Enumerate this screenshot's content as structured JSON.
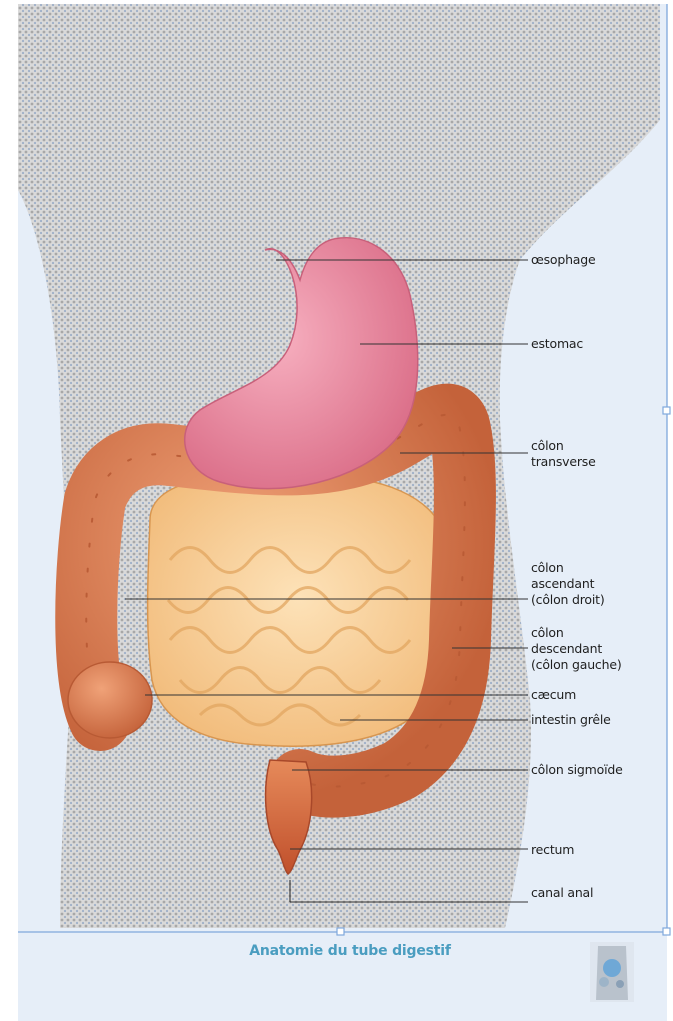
{
  "figure": {
    "caption": "Anatomie du tube digestif",
    "labels": [
      {
        "id": "oesophage",
        "text": "œsophage"
      },
      {
        "id": "estomac",
        "text": "estomac"
      },
      {
        "id": "colon-transverse",
        "text": "côlon\ntransverse"
      },
      {
        "id": "colon-ascendant",
        "text": "côlon\nascendant\n(côlon droit)"
      },
      {
        "id": "colon-descendant",
        "text": "côlon\ndescendant\n(côlon gauche)"
      },
      {
        "id": "caecum",
        "text": "cæcum"
      },
      {
        "id": "intestin-grele",
        "text": "intestin grêle"
      },
      {
        "id": "colon-sigmoide",
        "text": "côlon sigmoïde"
      },
      {
        "id": "rectum",
        "text": "rectum"
      },
      {
        "id": "canal-anal",
        "text": "canal anal"
      }
    ]
  },
  "colors": {
    "background": "#e6eef8",
    "body_silhouette": "#bdbdbd",
    "stomach": "#e8849b",
    "colon": "#d77a4c",
    "small_intestine": "#f6c88f",
    "leader_line": "#333333",
    "caption": "#4a9dc0",
    "selection_frame": "#7fa8dc"
  }
}
